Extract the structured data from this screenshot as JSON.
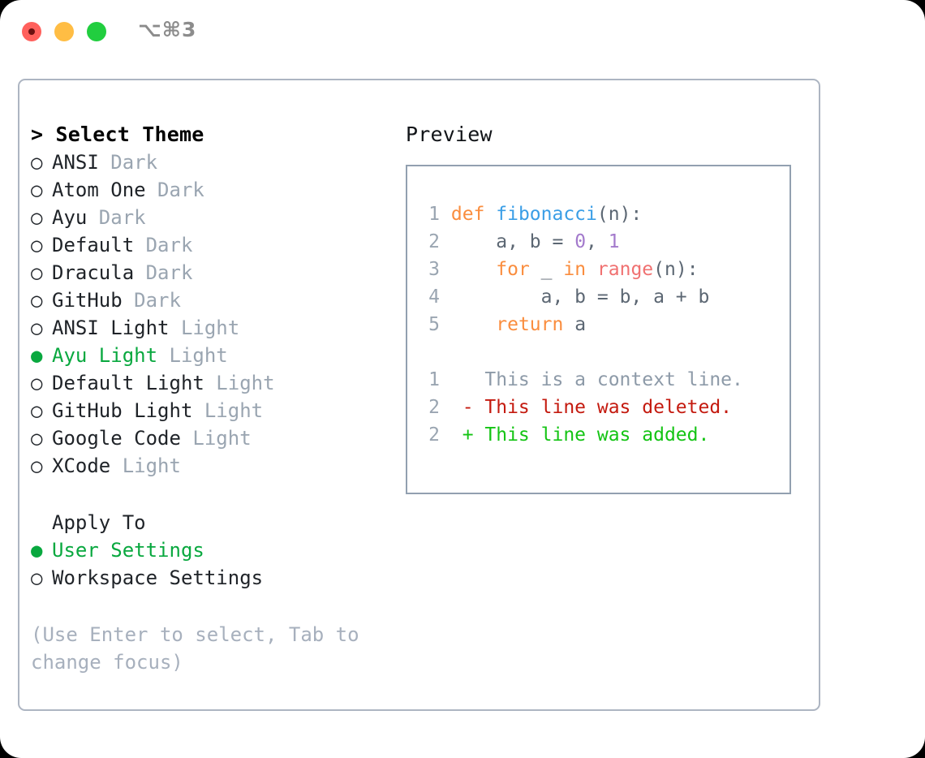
{
  "titlebar": {
    "shortcut": "⌥⌘3",
    "buttons": [
      {
        "name": "close",
        "color": "#ff605c"
      },
      {
        "name": "minimize",
        "color": "#ffbd44"
      },
      {
        "name": "maximize",
        "color": "#21ce3f"
      }
    ]
  },
  "colors": {
    "accent_selected": "#09a83f",
    "muted": "#9aa5b1",
    "panel_border": "#adb5c2",
    "preview_border": "#92a0b0",
    "diff_added": "#14c414",
    "diff_deleted": "#c41a0f",
    "syntax_keyword": "#fa8d3e",
    "syntax_function": "#3a9ee6",
    "syntax_number": "#a37acc",
    "syntax_builtin": "#f07171"
  },
  "theme_list": {
    "header": "> Select Theme",
    "markers": {
      "selected": "●",
      "unselected": "○"
    },
    "items": [
      {
        "label": "ANSI",
        "tag": "Dark",
        "selected": false
      },
      {
        "label": "Atom One",
        "tag": "Dark",
        "selected": false
      },
      {
        "label": "Ayu",
        "tag": "Dark",
        "selected": false
      },
      {
        "label": "Default",
        "tag": "Dark",
        "selected": false
      },
      {
        "label": "Dracula",
        "tag": "Dark",
        "selected": false
      },
      {
        "label": "GitHub",
        "tag": "Dark",
        "selected": false
      },
      {
        "label": "ANSI Light",
        "tag": "Light",
        "selected": false
      },
      {
        "label": "Ayu Light",
        "tag": "Light",
        "selected": true
      },
      {
        "label": "Default Light",
        "tag": "Light",
        "selected": false
      },
      {
        "label": "GitHub Light",
        "tag": "Light",
        "selected": false
      },
      {
        "label": "Google Code",
        "tag": "Light",
        "selected": false
      },
      {
        "label": "XCode",
        "tag": "Light",
        "selected": false
      }
    ]
  },
  "apply_to": {
    "title": "Apply To",
    "options": [
      {
        "label": "User Settings",
        "selected": true
      },
      {
        "label": "Workspace Settings",
        "selected": false
      }
    ]
  },
  "hint": "(Use Enter to select, Tab to change focus)",
  "preview": {
    "title": "Preview",
    "code_lines": [
      {
        "no": "1",
        "tokens": [
          {
            "t": "def ",
            "c": "kw"
          },
          {
            "t": "fibonacci",
            "c": "fn"
          },
          {
            "t": "(n):",
            "c": "plain"
          }
        ]
      },
      {
        "no": "2",
        "tokens": [
          {
            "t": "    a, b = ",
            "c": "plain"
          },
          {
            "t": "0",
            "c": "num"
          },
          {
            "t": ", ",
            "c": "plain"
          },
          {
            "t": "1",
            "c": "num"
          }
        ]
      },
      {
        "no": "3",
        "tokens": [
          {
            "t": "    ",
            "c": "plain"
          },
          {
            "t": "for",
            "c": "kw"
          },
          {
            "t": " _ ",
            "c": "plain"
          },
          {
            "t": "in",
            "c": "kw"
          },
          {
            "t": " ",
            "c": "plain"
          },
          {
            "t": "range",
            "c": "bi"
          },
          {
            "t": "(n):",
            "c": "plain"
          }
        ]
      },
      {
        "no": "4",
        "tokens": [
          {
            "t": "        a, b = b, a + b",
            "c": "plain"
          }
        ]
      },
      {
        "no": "5",
        "tokens": [
          {
            "t": "    ",
            "c": "plain"
          },
          {
            "t": "return",
            "c": "kw"
          },
          {
            "t": " a",
            "c": "plain"
          }
        ]
      }
    ],
    "diff_lines": [
      {
        "no": "1",
        "sign": " ",
        "text": "This is a context line.",
        "kind": "ctx"
      },
      {
        "no": "2",
        "sign": "-",
        "text": "This line was deleted.",
        "kind": "del"
      },
      {
        "no": "2",
        "sign": "+",
        "text": "This line was added.",
        "kind": "add"
      }
    ]
  }
}
